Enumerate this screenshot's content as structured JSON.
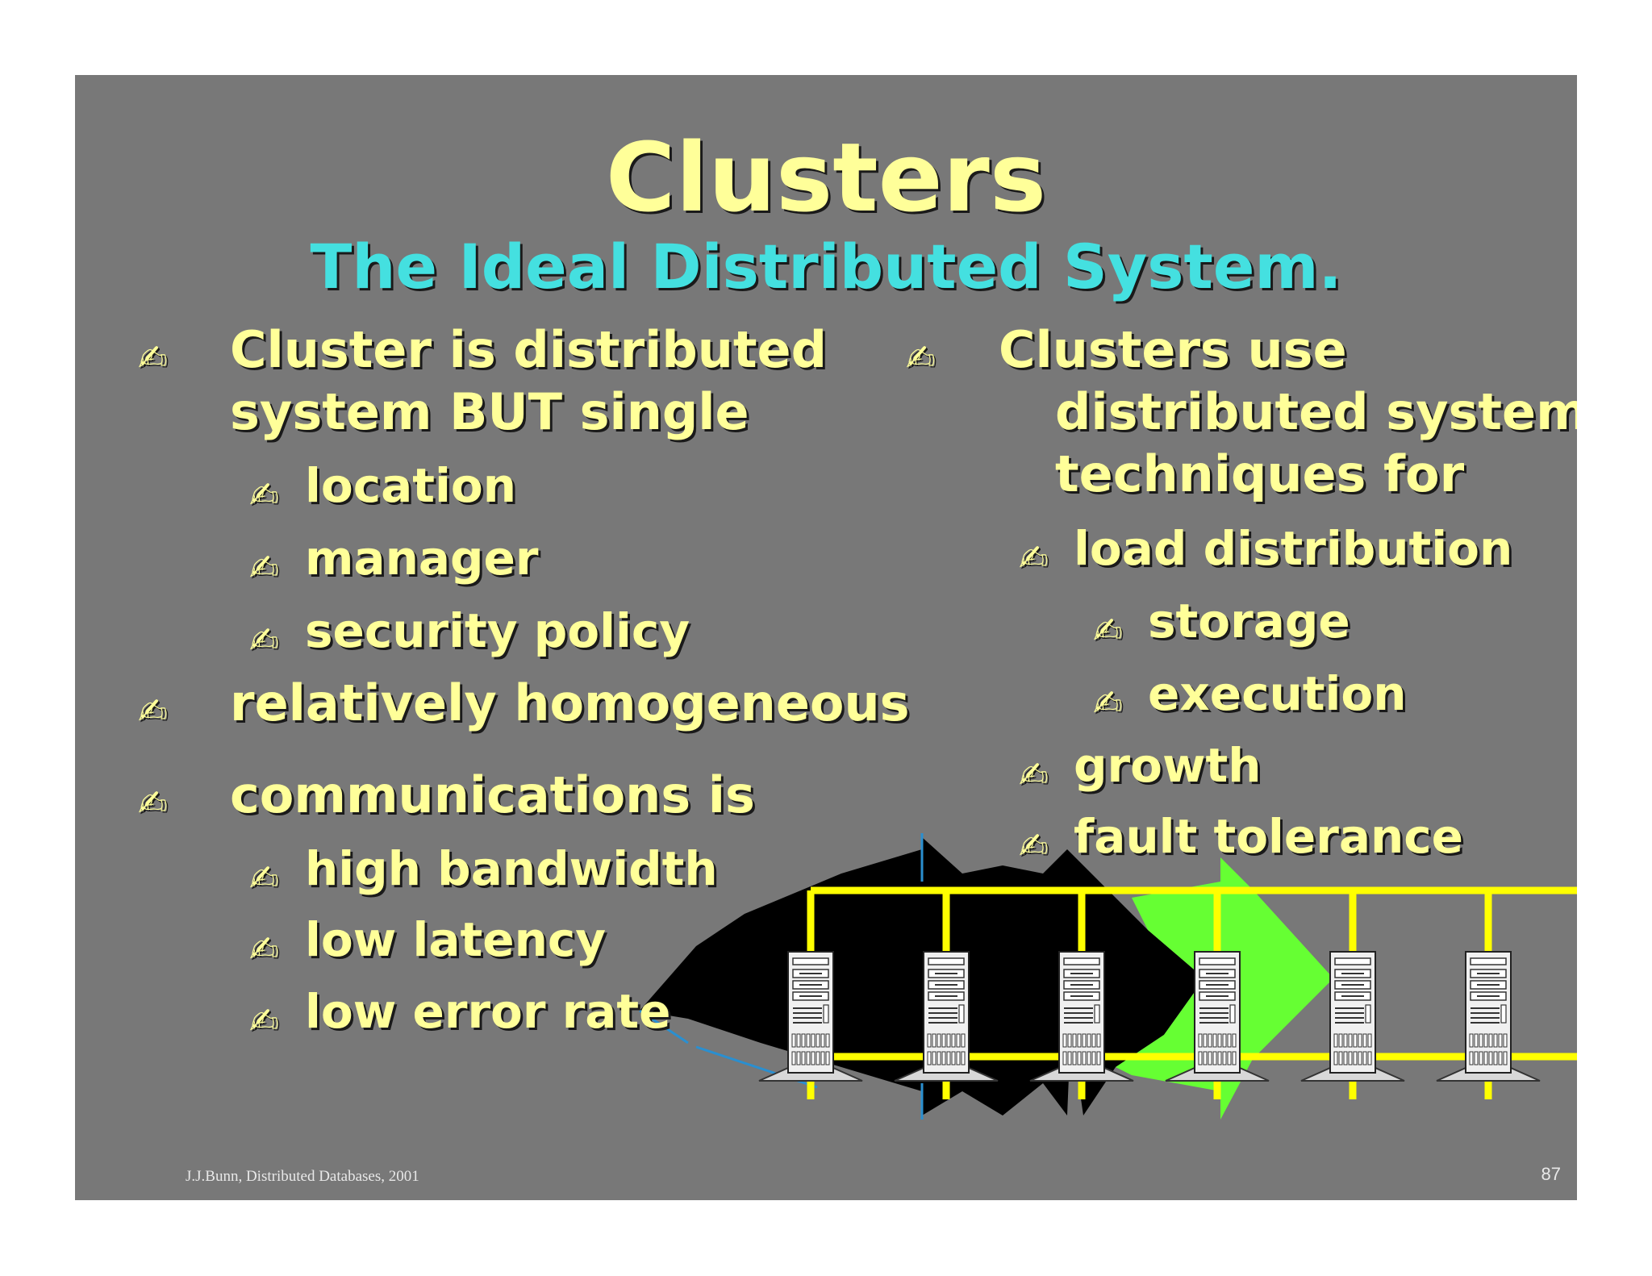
{
  "title": "Clusters",
  "subtitle": "The Ideal Distributed System.",
  "bullet_glyph": "✍",
  "left_column": {
    "b1_lines": [
      "Cluster is distributed",
      "system BUT single"
    ],
    "b1_sub": [
      "location",
      "manager",
      "security policy"
    ],
    "b2": "relatively homogeneous",
    "b3": "communications is",
    "b3_sub": [
      "high bandwidth",
      "low latency",
      "low error rate"
    ]
  },
  "right_column": {
    "b1_lines": [
      "Clusters use",
      "distributed system",
      "techniques for"
    ],
    "sub1": "load distribution",
    "sub1_items": [
      "storage",
      "execution"
    ],
    "sub2": "growth",
    "sub3": "fault tolerance"
  },
  "footer": "J.J.Bunn, Distributed Databases, 2001",
  "page_number": "87",
  "colors": {
    "slide_background": "#787878",
    "title_text": "#ffff99",
    "subtitle_text": "#44e0e0",
    "network_lines": "#ffff00",
    "arrow_black": "#000000",
    "arrow_green": "#66ff33"
  },
  "diagram": {
    "server_count": 6
  }
}
